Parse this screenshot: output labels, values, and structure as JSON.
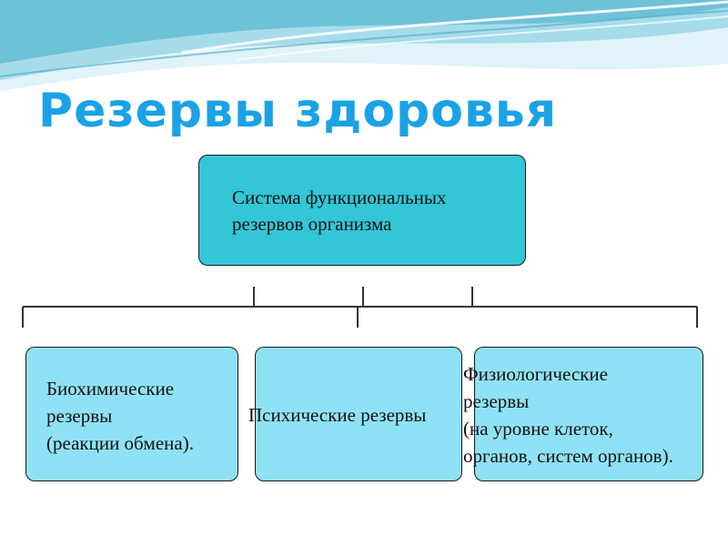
{
  "title": "Резервы здоровья",
  "colors": {
    "title": "#1aa2e6",
    "top_box": "#33c6d6",
    "lower_boxes": "#8fe2f5",
    "lines": "#1a1a1a",
    "wave_light": "#d9f1f7",
    "wave_mid": "#9ed8e8",
    "wave_dark": "#5bb8d2"
  },
  "top_box": {
    "lines": [
      "Система функциональных",
      "резервов организма"
    ]
  },
  "boxes": [
    {
      "lines": [
        "Биохимические",
        "резервы",
        "(реакции обмена)."
      ]
    },
    {
      "lines": [
        "Психические резервы"
      ]
    },
    {
      "lines": [
        "Физиологические",
        "резервы",
        "(на уровне клеток,",
        "органов, систем органов)."
      ]
    }
  ]
}
